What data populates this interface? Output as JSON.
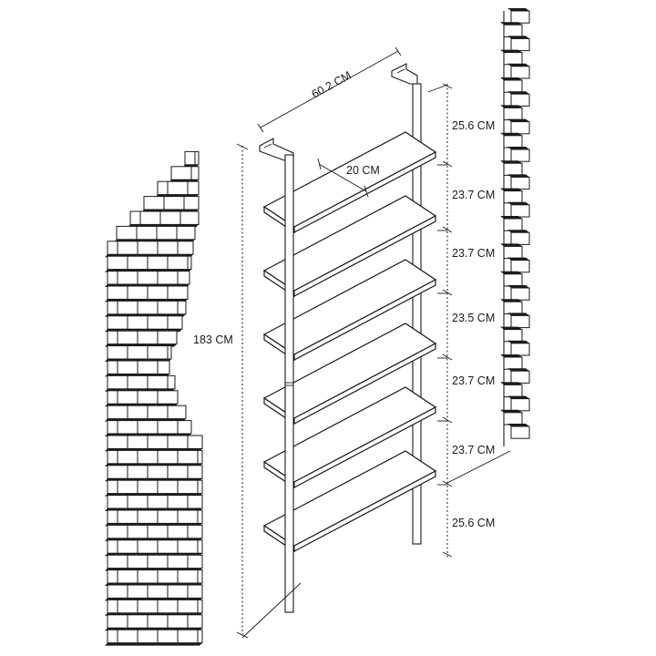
{
  "diagram": {
    "overall_height_label": "183 CM",
    "width_label": "60.2 CM",
    "depth_label": "20 CM",
    "spacing_labels": [
      "25.6 CM",
      "23.7 CM",
      "23.7 CM",
      "23.5 CM",
      "23.7 CM",
      "23.7 CM",
      "25.6 CM"
    ],
    "shelf_count": 6
  }
}
